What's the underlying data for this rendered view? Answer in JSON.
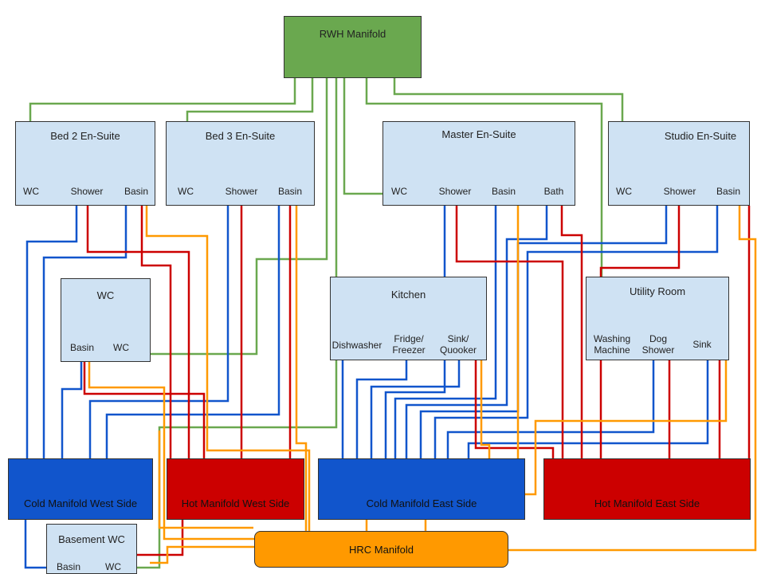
{
  "colors": {
    "room_fill": "#cfe2f3",
    "rwh_fill": "#6aa84f",
    "cold_fill": "#1155cc",
    "hot_fill": "#cc0000",
    "hrc_fill": "#ff9900",
    "cold_pipe": "#1155cc",
    "hot_pipe": "#cc0000",
    "hrc_pipe": "#ff9900",
    "rwh_pipe": "#6aa84f"
  },
  "manifolds": {
    "rwh": "RWH Manifold",
    "cold_west": "Cold Manifold West Side",
    "hot_west": "Hot Manifold West Side",
    "cold_east": "Cold Manifold East Side",
    "hot_east": "Hot Manifold East Side",
    "hrc": "HRC Manifold"
  },
  "rooms": {
    "bed2": {
      "title": "Bed 2 En-Suite",
      "wc": "WC",
      "shower": "Shower",
      "basin": "Basin"
    },
    "bed3": {
      "title": "Bed 3 En-Suite",
      "wc": "WC",
      "shower": "Shower",
      "basin": "Basin"
    },
    "master": {
      "title": "Master En-Suite",
      "wc": "WC",
      "shower": "Shower",
      "basin": "Basin",
      "bath": "Bath"
    },
    "studio": {
      "title": "Studio En-Suite",
      "wc": "WC",
      "shower": "Shower",
      "basin": "Basin"
    },
    "wc_room": {
      "title": "WC",
      "basin": "Basin",
      "wc": "WC"
    },
    "kitchen": {
      "title": "Kitchen",
      "dishwasher": "Dishwasher",
      "fridge_l1": "Fridge/",
      "fridge_l2": "Freezer",
      "sink_l1": "Sink/",
      "sink_l2": "Quooker"
    },
    "utility": {
      "title": "Utility Room",
      "washing_l1": "Washing",
      "washing_l2": "Machine",
      "dog_l1": "Dog",
      "dog_l2": "Shower",
      "sink": "Sink"
    },
    "basement": {
      "title": "Basement WC",
      "basin": "Basin",
      "wc": "WC"
    }
  }
}
